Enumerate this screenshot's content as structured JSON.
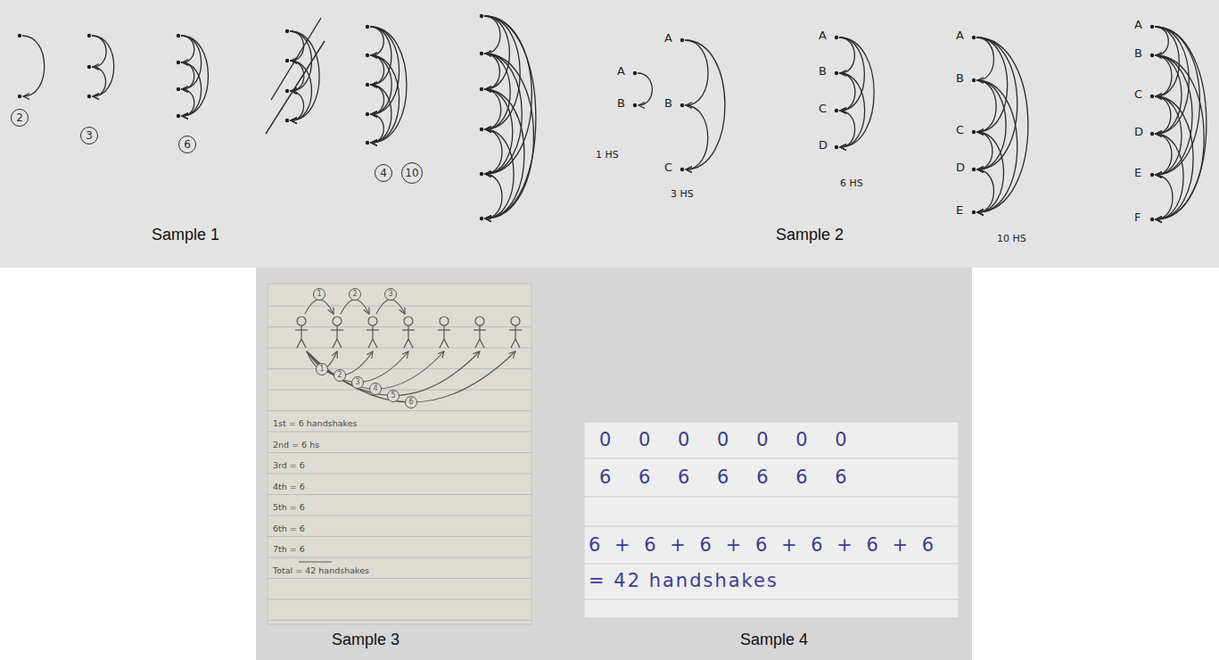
{
  "diagram": {
    "nodes": [
      {
        "text": [
          "2"
        ]
      },
      {
        "text": [
          "3"
        ]
      },
      {
        "text": [
          "6"
        ]
      },
      {
        "text": [
          "4"
        ]
      },
      {
        "text": [
          "10"
        ]
      },
      {
        "text": [
          "1"
        ]
      },
      {
        "text": [
          "2"
        ]
      },
      {
        "text": [
          "3"
        ]
      },
      {
        "text": [
          "1"
        ]
      },
      {
        "text": [
          "2"
        ]
      },
      {
        "text": [
          "3"
        ]
      },
      {
        "text": [
          "4"
        ]
      },
      {
        "text": [
          "5"
        ]
      },
      {
        "text": [
          "6"
        ]
      }
    ],
    "labels": [
      "Sample 1",
      "Sample 2",
      "Sample 3",
      "Sample 4",
      "A",
      "B",
      "1 HS",
      "A",
      "B",
      "C",
      "3 HS",
      "A",
      "B",
      "C",
      "D",
      "6 HS",
      "A",
      "B",
      "C",
      "D",
      "E",
      "10 HS",
      "A",
      "B",
      "C",
      "D",
      "E",
      "F",
      "1st = 6 handshakes",
      "2nd = 6 hs",
      "3rd = 6",
      "4th = 6",
      "5th = 6",
      "6th = 6",
      "7th = 6",
      "Total = 42 handshakes",
      "0 0 0 0 0 0 0",
      "6 6 6 6 6 6 6",
      "6 + 6 + 6 + 6 + 6 + 6 + 6",
      "= 42 handshakes"
    ]
  }
}
